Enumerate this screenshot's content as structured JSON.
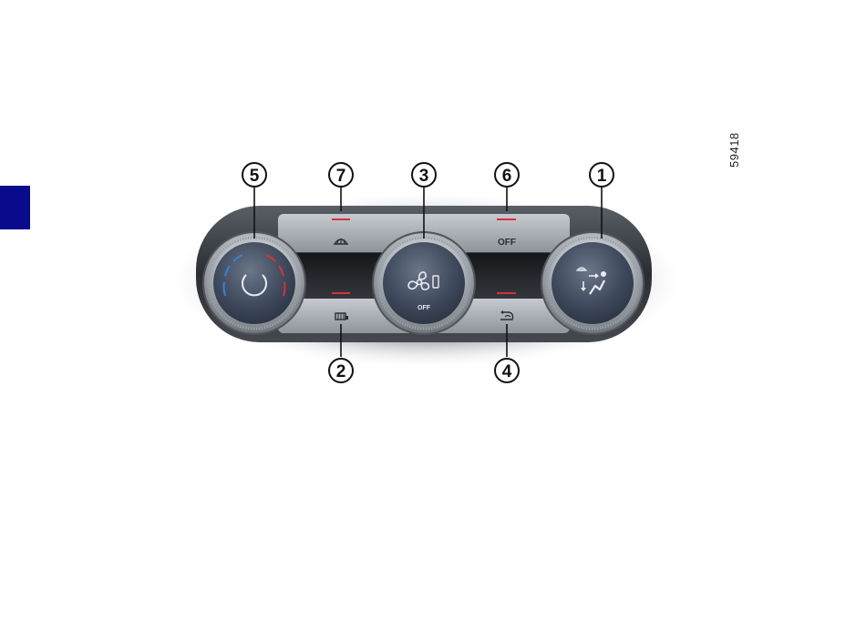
{
  "reference_number": "59418",
  "callouts": [
    "1",
    "2",
    "3",
    "4",
    "5",
    "6",
    "7"
  ],
  "panel": {
    "off_label": "OFF",
    "fan_off_label": "OFF"
  },
  "colors": {
    "tab_marker": "#0a0a8c",
    "indicator_red": "#d9303a",
    "temp_blue": "#3b7fd9",
    "temp_red": "#d9303a"
  },
  "icons": {
    "dial_5": "temperature-dial-icon",
    "dial_3": "fan-speed-icon",
    "dial_1": "air-distribution-icon",
    "button_7": "front-defrost-icon",
    "button_2": "rear-defrost-icon",
    "button_6": "ac-off-button",
    "button_4": "recirculation-icon"
  }
}
